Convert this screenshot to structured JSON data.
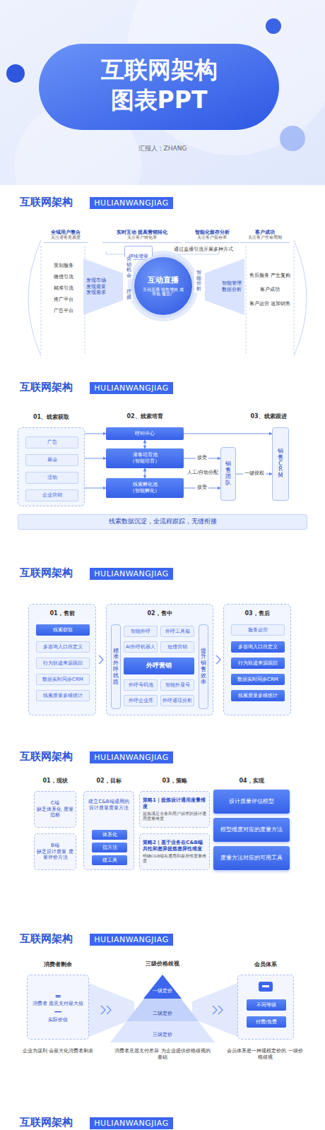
{
  "diagram": {
    "title": "互联网架构 图表PPT",
    "nodes": [
      {
        "text": [
          "HULIANWANGJIAG"
        ]
      },
      {
        "text": [
          "全域用户整合",
          "关注潜客意愿度"
        ]
      },
      {
        "text": [
          "实时互动 提高营销转化",
          "关注客户转化率"
        ]
      },
      {
        "text": [
          "智能化留存分析",
          "关注客户留存率"
        ]
      },
      {
        "text": [
          "客户成功",
          "关注客户生命周期"
        ]
      },
      {
        "text": [
          "发现市场",
          "发现需要",
          "发现需求"
        ]
      },
      {
        "text": [
          "营销机会"
        ]
      },
      {
        "text": [
          "挖掘"
        ]
      },
      {
        "text": [
          "互动直播",
          "互动直播 销售增效 成本低 覆盖广"
        ]
      },
      {
        "text": [
          "智能分析"
        ]
      },
      {
        "text": [
          "智能管理",
          "数据分析"
        ]
      },
      {
        "text": [
          "HULIANWANGJIAG"
        ]
      },
      {
        "text": [
          "01、线索获取"
        ]
      },
      {
        "text": [
          "广告"
        ],
        "in": 12
      },
      {
        "text": [
          "展会"
        ],
        "in": 12
      },
      {
        "text": [
          "活动"
        ],
        "in": 12
      },
      {
        "text": [
          "企业营销"
        ],
        "in": 12
      },
      {
        "text": [
          "呼叫中心"
        ]
      },
      {
        "text": [
          "潜客培育池",
          "（智能培育）"
        ]
      },
      {
        "text": [
          "线索孵化池",
          "（智能孵化）"
        ]
      },
      {
        "text": [
          "销售团队"
        ]
      },
      {
        "text": [
          "销售CRM"
        ]
      },
      {
        "text": [
          "线索数据沉淀，全流程跟踪，无缝衔接"
        ]
      },
      {
        "text": [
          "HULIANWANGJIAG"
        ]
      },
      {
        "text": [
          "01，售前"
        ]
      },
      {
        "text": [
          "线索获取"
        ],
        "in": 24
      },
      {
        "text": [
          "多咨询入口自定义"
        ],
        "in": 24
      },
      {
        "text": [
          "行为轨迹来源跟踪"
        ],
        "in": 24
      },
      {
        "text": [
          "数据实时同步CRM"
        ],
        "in": 24
      },
      {
        "text": [
          "线索质量多维统计"
        ],
        "in": 24
      },
      {
        "text": [
          "02，售中"
        ]
      },
      {
        "text": [
          "精准外呼线路"
        ],
        "in": 30
      },
      {
        "text": [
          "智能外呼"
        ],
        "in": 30
      },
      {
        "text": [
          "外呼工具箱"
        ],
        "in": 30
      },
      {
        "text": [
          "AI外呼机器人"
        ],
        "in": 30
      },
      {
        "text": [
          "短信营销"
        ],
        "in": 30
      },
      {
        "text": [
          "外呼营销"
        ],
        "in": 30
      },
      {
        "text": [
          "外呼号码池"
        ],
        "in": 30
      },
      {
        "text": [
          "智能外显号"
        ],
        "in": 30
      },
      {
        "text": [
          "外呼企业库"
        ],
        "in": 30
      },
      {
        "text": [
          "外呼通话分析"
        ],
        "in": 30
      },
      {
        "text": [
          "提升销售效率"
        ],
        "in": 30
      },
      {
        "text": [
          "03，售后"
        ]
      },
      {
        "text": [
          "服务运营"
        ],
        "in": 42
      },
      {
        "text": [
          "多咨询入口自定义"
        ],
        "in": 42
      },
      {
        "text": [
          "行为轨迹来源跟踪"
        ],
        "in": 42
      },
      {
        "text": [
          "数据实时同步CRM"
        ],
        "in": 42
      },
      {
        "text": [
          "线索质量多维统计"
        ],
        "in": 42
      },
      {
        "text": [
          "HULIANWANGJIAG"
        ]
      },
      {
        "text": [
          "C端",
          "缺乏体系化 度量指标"
        ]
      },
      {
        "text": [
          "B端",
          "缺乏设计质量 度量评价方法"
        ]
      },
      {
        "text": [
          "建立C&B端通用的 设计质量度量方法"
        ]
      },
      {
        "text": [
          "体系化"
        ],
        "in": 51
      },
      {
        "text": [
          "指方法"
        ],
        "in": 51
      },
      {
        "text": [
          "建工具"
        ],
        "in": 51
      },
      {
        "text": [
          "策略1 | 提炼设计通用度量维度",
          "提炼满足业务和用户诉求的设计通用度量维度"
        ]
      },
      {
        "text": [
          "策略2 | 基于业务在C&B端共性和差异提炼差异性维度",
          "明确C&B端在通用和差异性度量维度"
        ]
      },
      {
        "text": [
          "设计质量评估模型"
        ]
      },
      {
        "text": [
          "模型维度对应的度量方法"
        ]
      },
      {
        "text": [
          "度量方法对应的可用工具"
        ]
      },
      {
        "text": [
          "HULIANWANGJIAG"
        ]
      },
      {
        "text": [
          "消费者剩余",
          "=",
          "消费者 愿意支付最大值",
          "—",
          "实际价值"
        ]
      },
      {
        "text": [
          "一级定价"
        ]
      },
      {
        "text": [
          "二级定价"
        ]
      },
      {
        "text": [
          "三级定价"
        ]
      },
      {
        "text": [
          "会员体系"
        ]
      },
      {
        "text": [
          "不同等级"
        ],
        "in": 65
      },
      {
        "text": [
          "付费/免费"
        ],
        "in": 65
      },
      {
        "text": [
          "HULIANWANGJIAG"
        ]
      }
    ],
    "edges": [
      {
        "from": 12,
        "to": 17,
        "arrow": "to"
      },
      {
        "from": 12,
        "to": 18,
        "arrow": "to"
      },
      {
        "from": 12,
        "to": 19,
        "arrow": "to"
      },
      {
        "from": 17,
        "to": 18,
        "arrow": "both"
      },
      {
        "from": 18,
        "to": 19,
        "arrow": "both"
      },
      {
        "from": 18,
        "to": 20,
        "label": "接受",
        "arrow": "to"
      },
      {
        "from": 19,
        "to": 20,
        "label": "接受",
        "arrow": "to"
      },
      {
        "from": 17,
        "to": 21,
        "arrow": "to"
      },
      {
        "from": 20,
        "to": 21,
        "label": "一键授权",
        "arrow": "to"
      }
    ],
    "labels": [
      "汇报人：ZHANG",
      "互联网架构",
      "持续增量",
      "通过直播引流开展多种方式",
      "策划服务",
      "微信引流",
      "精准引流",
      "推广平台",
      "广告平台",
      "售后服务 产生复购",
      "客户成功",
      "客户运营 追加销售",
      "互联网架构",
      "02、线索培育",
      "03、线索跟进",
      "人工/自动分配",
      "互联网架构",
      "互联网架构",
      "01，现状",
      "02，目标",
      "03，策略",
      "04，实现",
      "互联网架构",
      "三级价格歧视",
      "企业为谋利 会最大化消费者剩余",
      "消费者意愿支付差异 为企业提供价格歧视的基础",
      "会员体系是一种规模定价的 一级价格歧视",
      "互联网架构"
    ]
  }
}
